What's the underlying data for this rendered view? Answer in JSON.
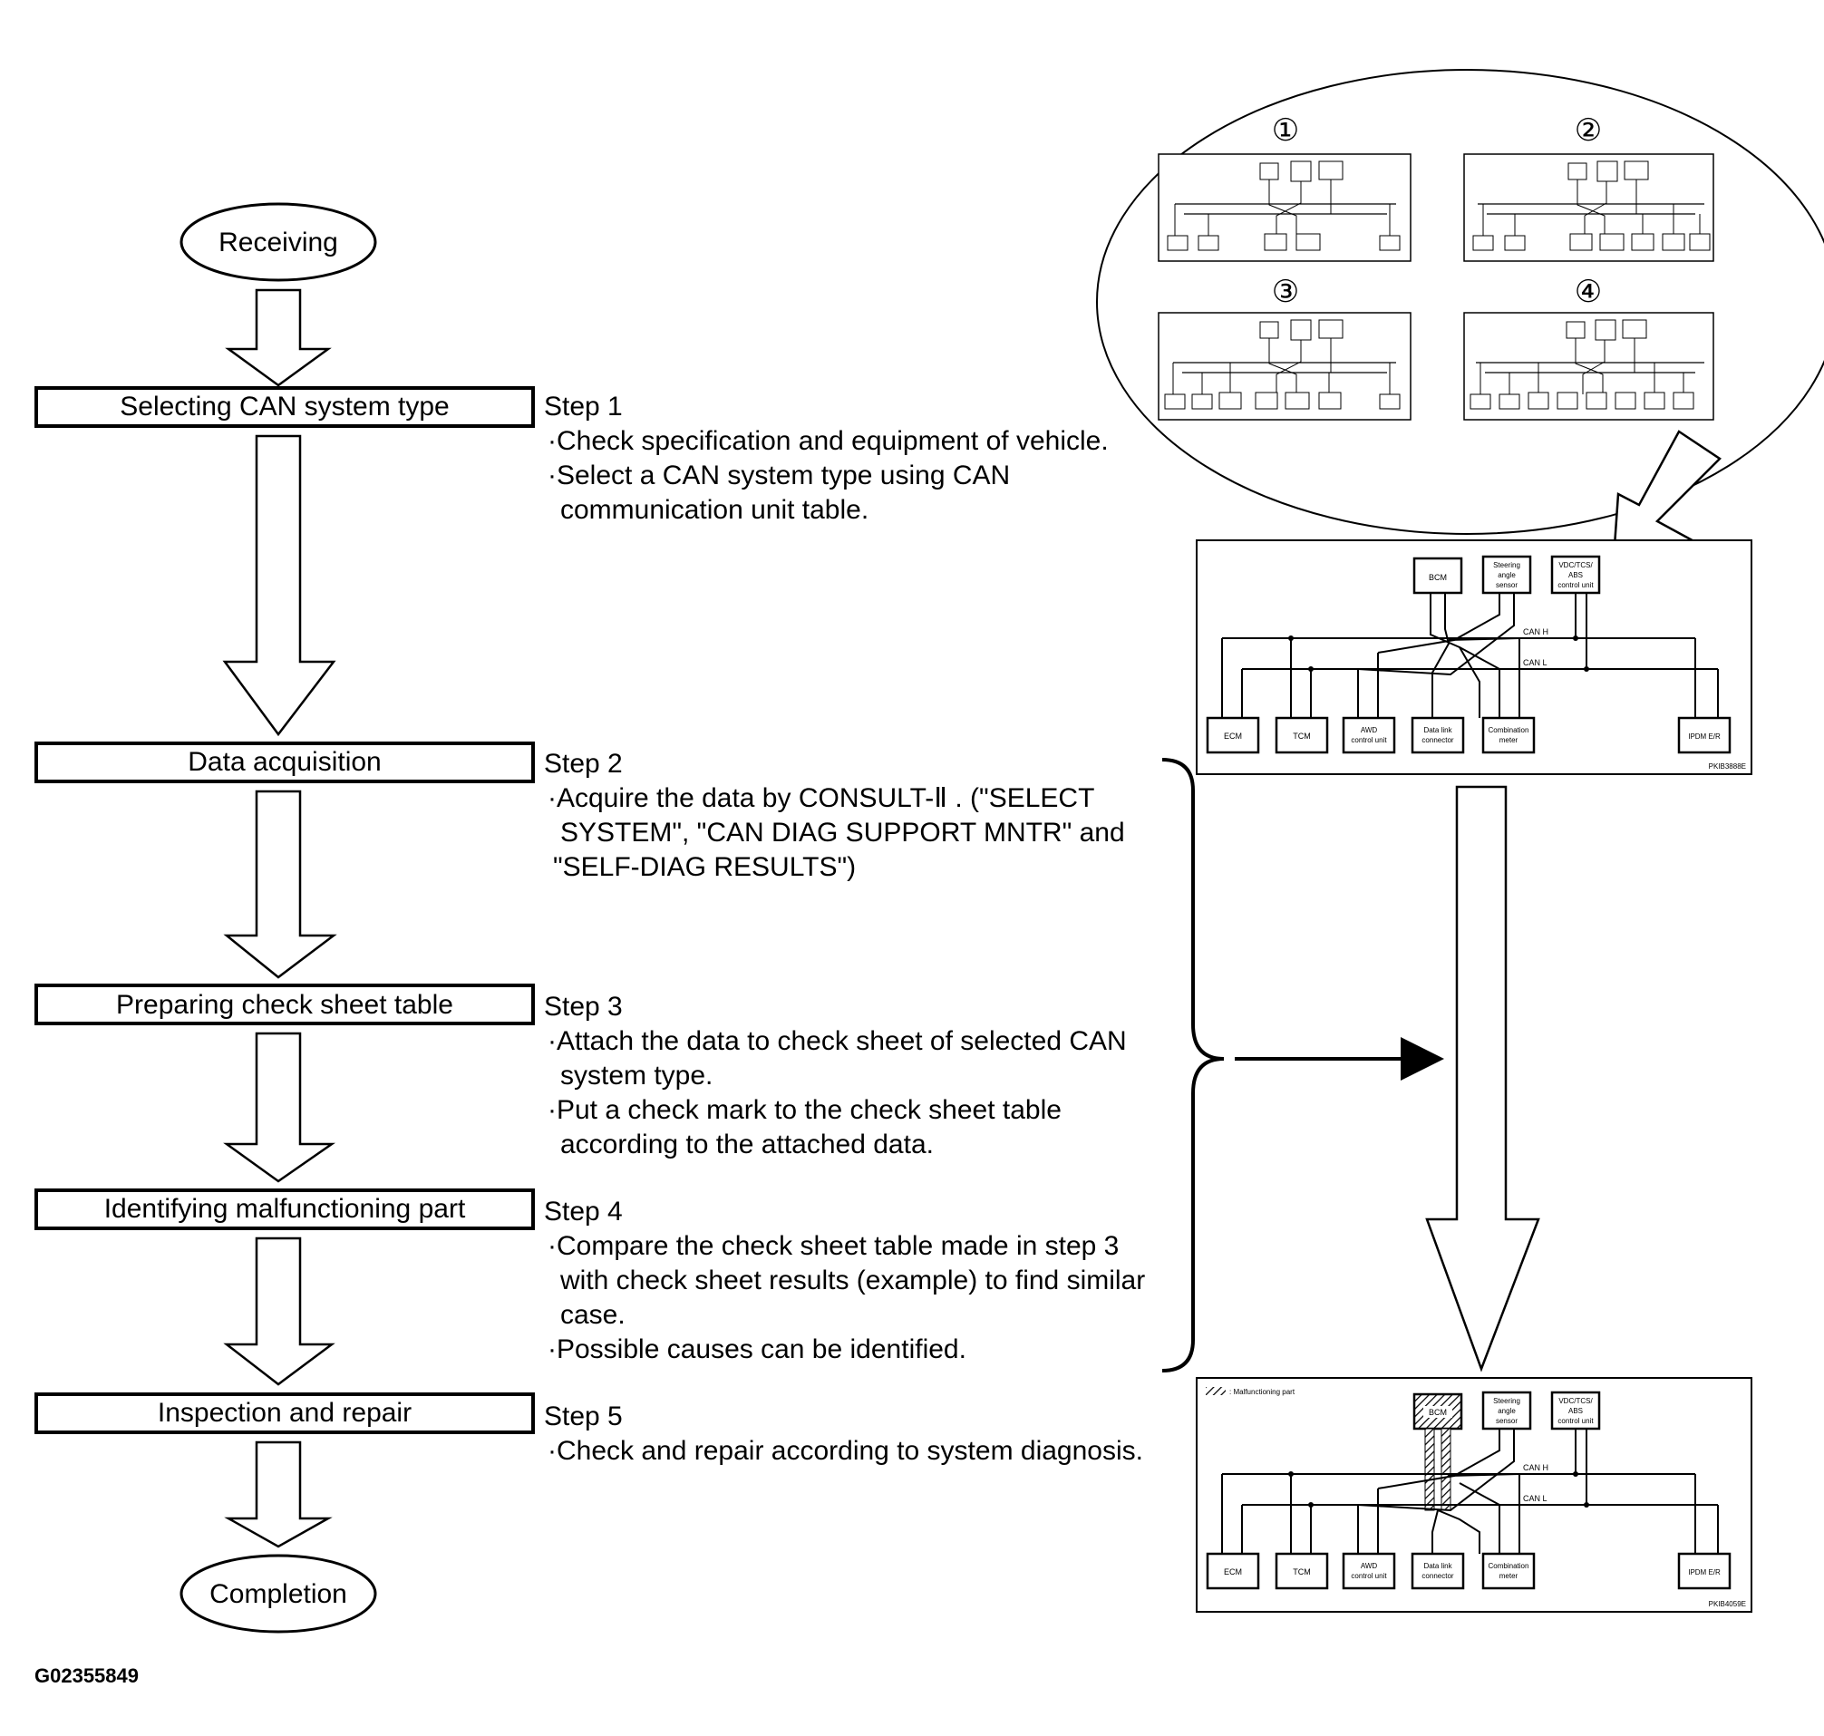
{
  "flow": {
    "start": "Receiving",
    "end": "Completion",
    "boxes": [
      "Selecting CAN system type",
      "Data acquisition",
      "Preparing check sheet table",
      "Identifying malfunctioning part",
      "Inspection and repair"
    ]
  },
  "steps": [
    {
      "title": "Step 1",
      "lines": [
        "·Check specification and equipment of vehicle.",
        "·Select a CAN system type using CAN",
        "communication unit table."
      ]
    },
    {
      "title": "Step 2",
      "lines": [
        "·Acquire the data by CONSULT-Ⅱ . (\"SELECT",
        "SYSTEM\", \"CAN DIAG SUPPORT MNTR\" and",
        "\"SELF-DIAG RESULTS\")"
      ]
    },
    {
      "title": "Step 3",
      "lines": [
        "·Attach the data to check sheet of selected CAN",
        "system type.",
        "·Put a check mark to the check sheet table",
        "according to the attached data."
      ]
    },
    {
      "title": "Step 4",
      "lines": [
        "·Compare the check sheet table made in step 3",
        "with check sheet results (example) to find similar",
        "case.",
        "·Possible causes can be identified."
      ]
    },
    {
      "title": "Step 5",
      "lines": [
        "·Check and repair according to system diagnosis."
      ]
    }
  ],
  "ellipse_numbers": [
    "①",
    "②",
    "③",
    "④"
  ],
  "can_diagram": {
    "top_units": [
      "BCM",
      "Steering",
      "angle",
      "sensor",
      "VDC/TCS/",
      "ABS",
      "control unit"
    ],
    "can_h": "CAN H",
    "can_l": "CAN L",
    "bottom_units": [
      "ECM",
      "TCM",
      "AWD",
      "control unit",
      "Data link",
      "connector",
      "Combination",
      "meter",
      "IPDM E/R"
    ],
    "id_1": "PKIB3888E",
    "id_2": "PKIB4059E",
    "malfunction_label": ": Malfunctioning part"
  },
  "figure_id": "G02355849"
}
